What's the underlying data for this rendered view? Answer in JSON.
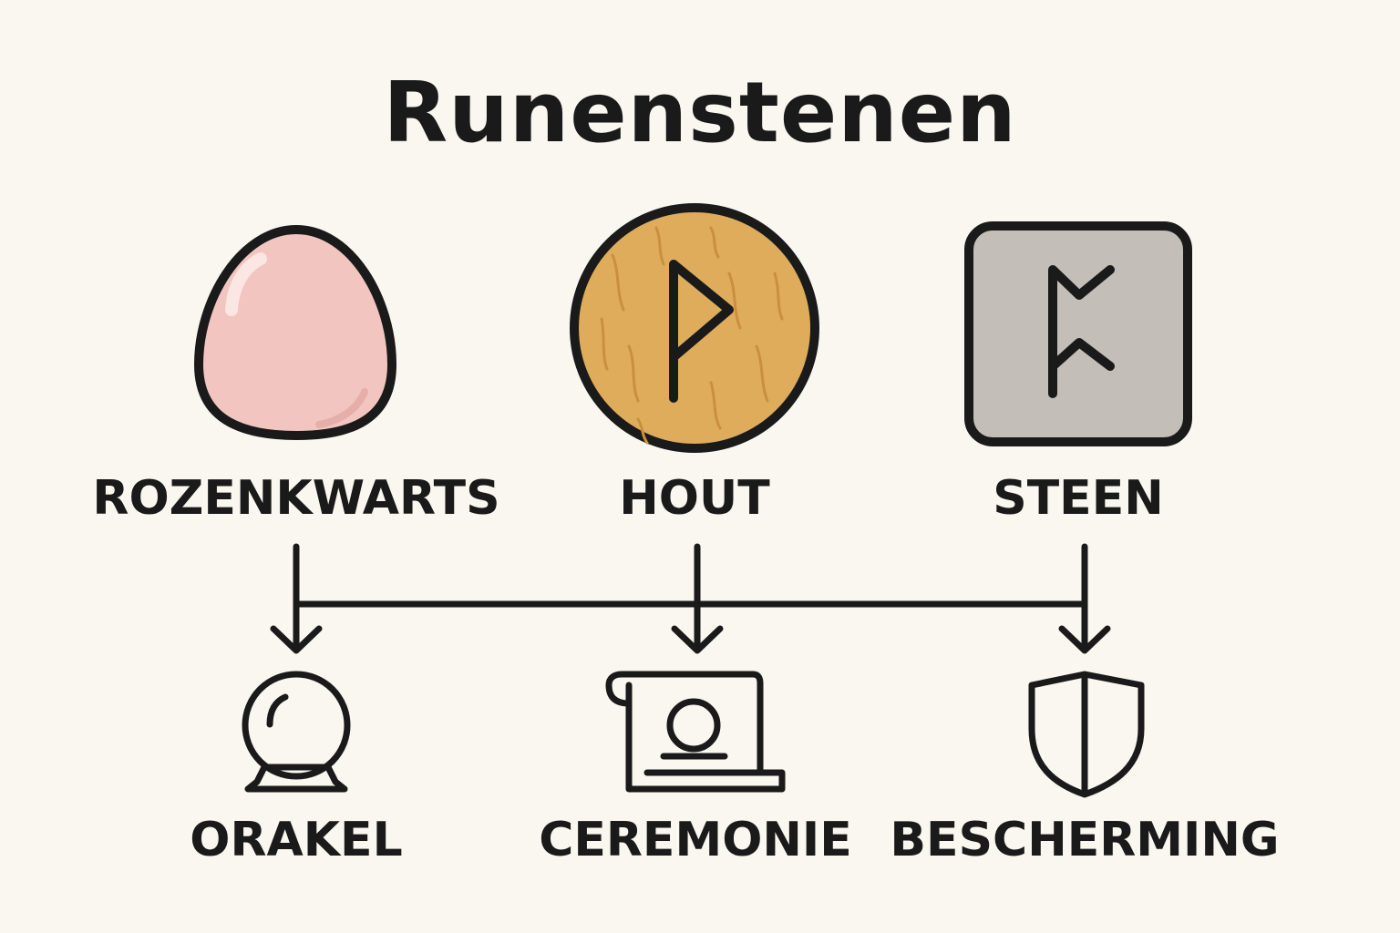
{
  "title": "Runenstenen",
  "materials": [
    {
      "label": "ROZENKWARTS",
      "icon": "rose-quartz-egg-icon",
      "color": "#f2c5c0"
    },
    {
      "label": "HOUT",
      "icon": "wooden-rune-disc-icon",
      "color": "#dfac5c"
    },
    {
      "label": "STEEN",
      "icon": "stone-rune-tile-icon",
      "color": "#c3beb7"
    }
  ],
  "uses": [
    {
      "label": "ORAKEL",
      "icon": "crystal-ball-icon"
    },
    {
      "label": "CEREMONIE",
      "icon": "ceremony-scroll-icon"
    },
    {
      "label": "BESCHERMING",
      "icon": "shield-icon"
    }
  ],
  "colors": {
    "background": "#faf7f0",
    "outline": "#1a1a1a",
    "wood_grain": "#c98f3e"
  }
}
